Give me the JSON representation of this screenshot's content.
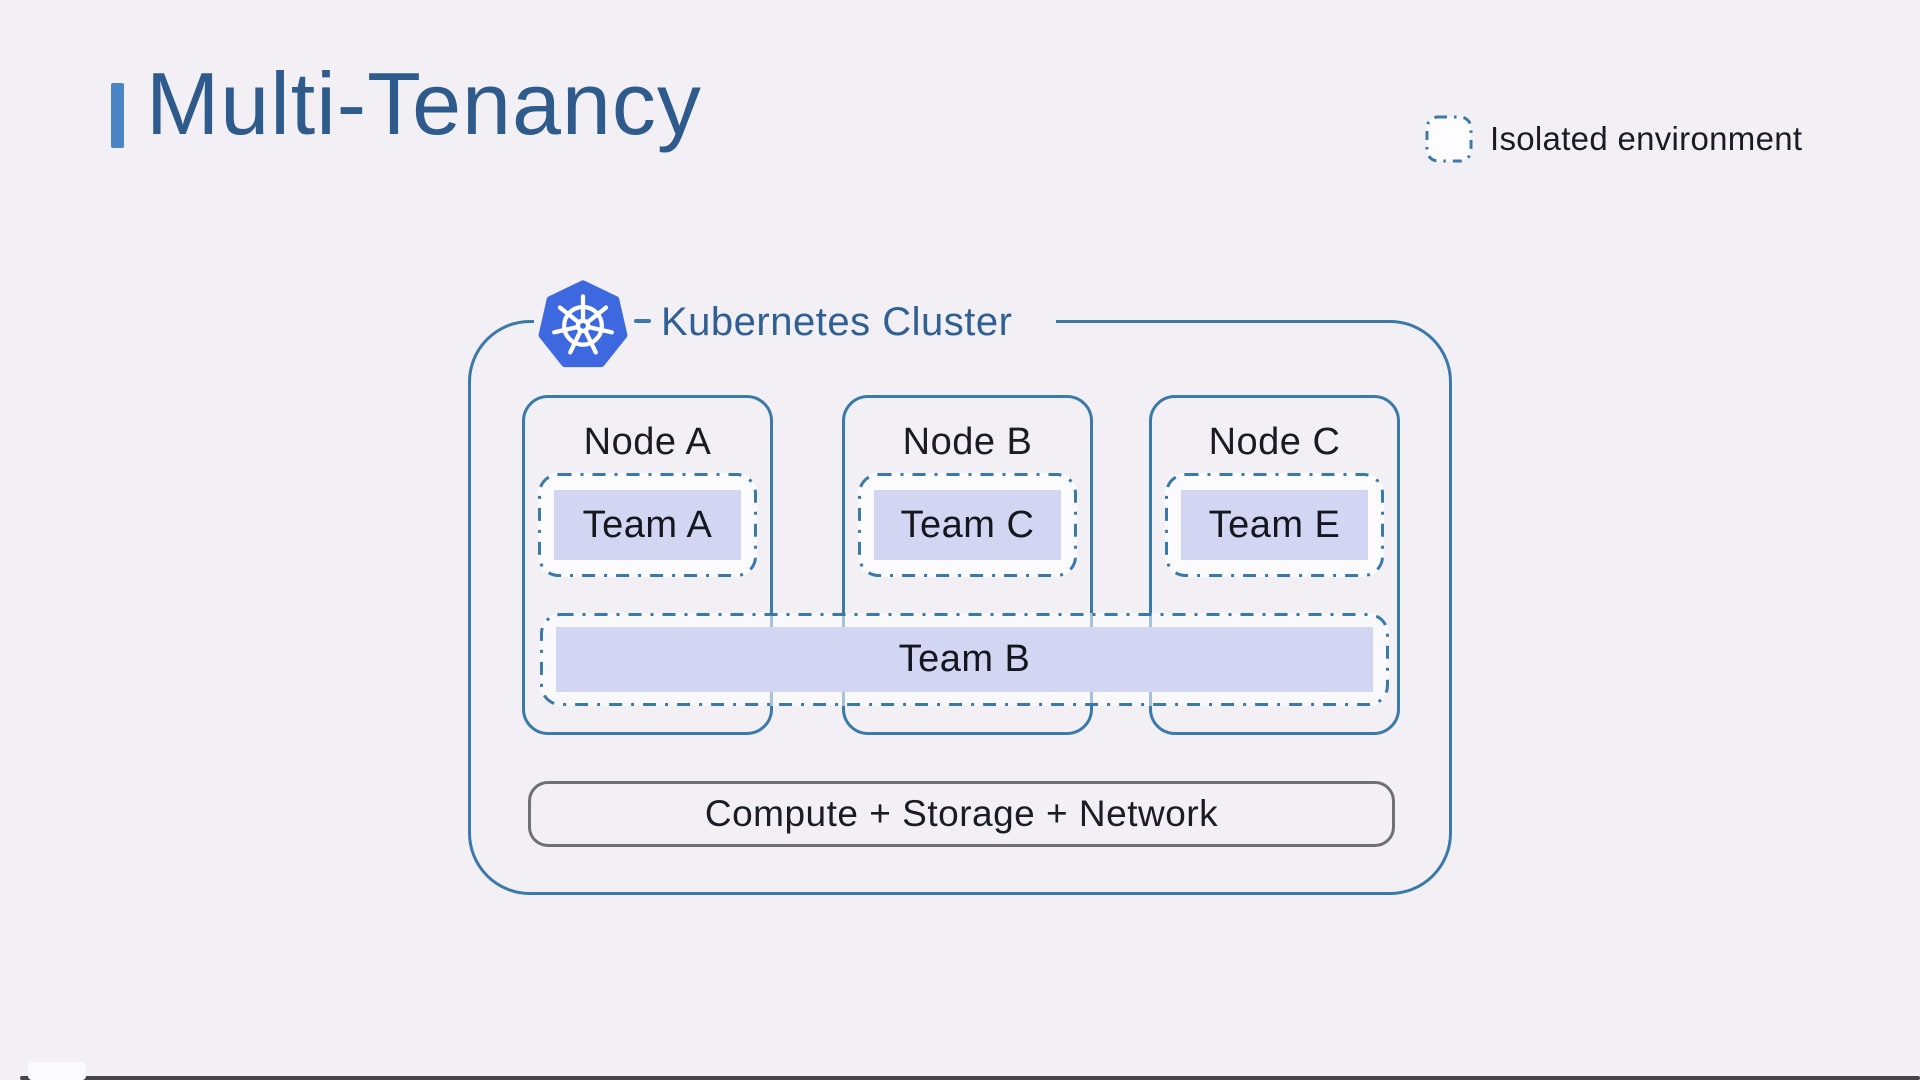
{
  "page": {
    "background": "#f2f0f5"
  },
  "title": {
    "text": "Multi-Tenancy",
    "accent_color": "#4a86c6",
    "text_color": "#2e5a8c"
  },
  "legend": {
    "icon": "dashed-box-icon",
    "label": "Isolated environment"
  },
  "cluster": {
    "icon": "kubernetes-logo",
    "label": "Kubernetes Cluster",
    "border_color": "#3a79a8",
    "team_fill_color": "#d3d6f3",
    "logo_color": "#3e68e0",
    "nodes": [
      {
        "label": "Node A",
        "team": {
          "label": "Team A"
        }
      },
      {
        "label": "Node B",
        "team": {
          "label": "Team C"
        }
      },
      {
        "label": "Node C",
        "team": {
          "label": "Team E"
        }
      }
    ],
    "shared_team": {
      "label": "Team B"
    },
    "infrastructure": {
      "label": "Compute + Storage + Network"
    }
  }
}
